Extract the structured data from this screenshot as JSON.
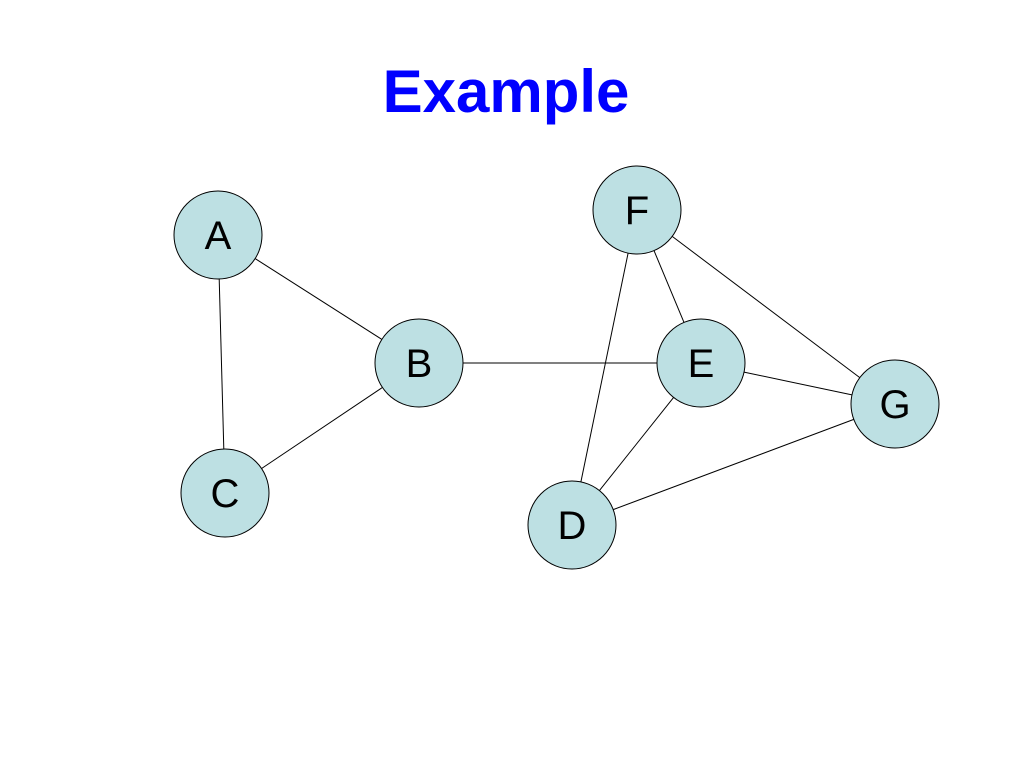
{
  "slide": {
    "title": "Example",
    "title_color": "#0000ff"
  },
  "graph": {
    "node_fill": "#bde0e3",
    "nodes": [
      {
        "id": "A",
        "label": "A"
      },
      {
        "id": "B",
        "label": "B"
      },
      {
        "id": "C",
        "label": "C"
      },
      {
        "id": "D",
        "label": "D"
      },
      {
        "id": "E",
        "label": "E"
      },
      {
        "id": "F",
        "label": "F"
      },
      {
        "id": "G",
        "label": "G"
      }
    ],
    "edges": [
      {
        "from": "A",
        "to": "B"
      },
      {
        "from": "A",
        "to": "C"
      },
      {
        "from": "B",
        "to": "C"
      },
      {
        "from": "B",
        "to": "E"
      },
      {
        "from": "F",
        "to": "E"
      },
      {
        "from": "F",
        "to": "D"
      },
      {
        "from": "F",
        "to": "G"
      },
      {
        "from": "E",
        "to": "D"
      },
      {
        "from": "E",
        "to": "G"
      },
      {
        "from": "D",
        "to": "G"
      }
    ]
  }
}
